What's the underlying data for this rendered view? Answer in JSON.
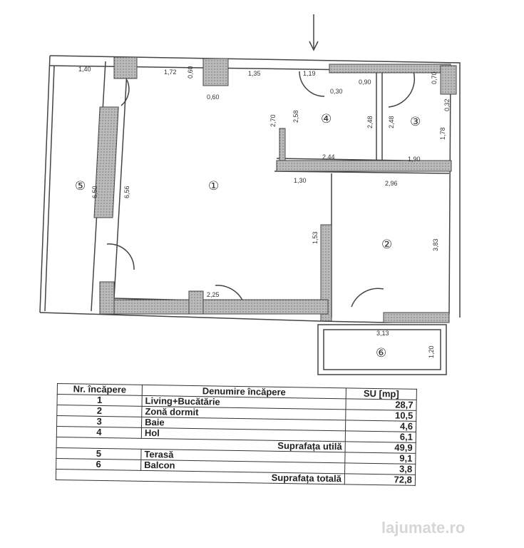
{
  "plan": {
    "rooms": [
      "①",
      "②",
      "③",
      "④",
      "⑤",
      "⑥"
    ],
    "dims": {
      "d140": "1,40",
      "d172": "1,72",
      "d060v": "0,60",
      "d060": "0,60",
      "d135": "1,35",
      "d119": "1,19",
      "d030": "0,30",
      "d090": "0,90",
      "d070": "0,70",
      "d032": "0,32",
      "d270": "2,70",
      "d258": "2,58",
      "d248a": "2,48",
      "d248b": "2,48",
      "d178": "1,78",
      "d244": "2,44",
      "d190": "1,90",
      "d130": "1,30",
      "d296": "2,96",
      "d650": "6,50",
      "d656": "6,56",
      "d153": "1,53",
      "d383": "3,83",
      "d225": "2,25",
      "d313": "3,13",
      "d120": "1,20"
    }
  },
  "table": {
    "headers": {
      "nr": "Nr. încăpere",
      "name": "Denumire încăpere",
      "su": "SU [mp]"
    },
    "rows": [
      {
        "nr": "1",
        "name": "Living+Bucătărie",
        "su": "28,7"
      },
      {
        "nr": "2",
        "name": "Zonă dormit",
        "su": "10,5"
      },
      {
        "nr": "3",
        "name": "Baie",
        "su": "4,6"
      },
      {
        "nr": "4",
        "name": "Hol",
        "su": "6,1"
      }
    ],
    "useful_label": "Suprafața utilă",
    "useful_value": "49,9",
    "rows2": [
      {
        "nr": "5",
        "name": "Terasă",
        "su": "9,1"
      },
      {
        "nr": "6",
        "name": "Balcon",
        "su": "3,8"
      }
    ],
    "total_label": "Suprafața totală",
    "total_value": "72,8"
  },
  "watermark": "lajumate.ro"
}
